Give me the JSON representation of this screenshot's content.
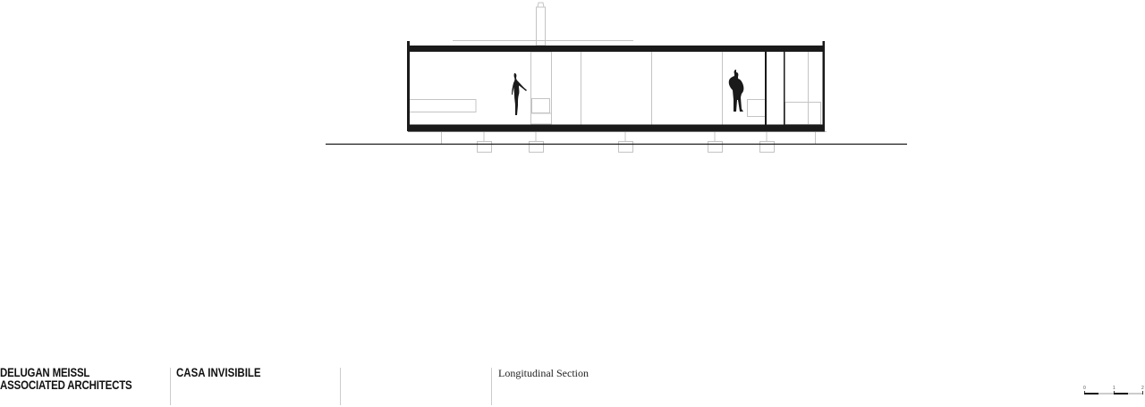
{
  "footer": {
    "firm_line1": "DELUGAN MEISSL",
    "firm_line2": "ASSOCIATED ARCHITECTS",
    "project": "CASA INVISIBILE",
    "drawing_title": "Longitudinal Section"
  },
  "scale_bar": {
    "labels": [
      "0",
      "1",
      "2"
    ]
  },
  "colors": {
    "ink": "#1a1a1a",
    "line": "#bdbdbd"
  }
}
